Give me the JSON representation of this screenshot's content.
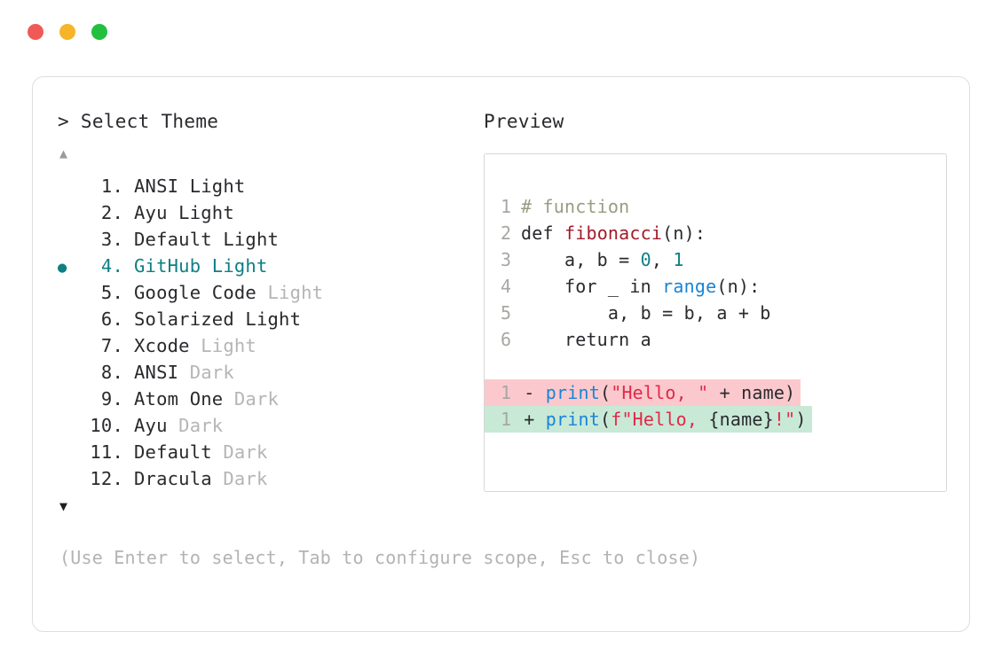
{
  "window": {
    "controls": [
      {
        "name": "close",
        "color": "#f05a56"
      },
      {
        "name": "minimize",
        "color": "#f6b529"
      },
      {
        "name": "maximize",
        "color": "#23bf3f"
      }
    ]
  },
  "prompt": {
    "label": "> Select Theme",
    "scroll_up": "▲",
    "scroll_down": "▼",
    "selected_bullet": "●",
    "selected_index": 4,
    "accent_color": "#0f7f84"
  },
  "themes": [
    {
      "number": "1.",
      "name": "ANSI",
      "variant": "Light",
      "variant_muted": false,
      "selected": false
    },
    {
      "number": "2.",
      "name": "Ayu",
      "variant": "Light",
      "variant_muted": false,
      "selected": false
    },
    {
      "number": "3.",
      "name": "Default",
      "variant": "Light",
      "variant_muted": false,
      "selected": false
    },
    {
      "number": "4.",
      "name": "GitHub",
      "variant": "Light",
      "variant_muted": false,
      "selected": true
    },
    {
      "number": "5.",
      "name": "Google Code",
      "variant": "Light",
      "variant_muted": true,
      "selected": false
    },
    {
      "number": "6.",
      "name": "Solarized",
      "variant": "Light",
      "variant_muted": false,
      "selected": false
    },
    {
      "number": "7.",
      "name": "Xcode",
      "variant": "Light",
      "variant_muted": true,
      "selected": false
    },
    {
      "number": "8.",
      "name": "ANSI",
      "variant": "Dark",
      "variant_muted": true,
      "selected": false
    },
    {
      "number": "9.",
      "name": "Atom One",
      "variant": "Dark",
      "variant_muted": true,
      "selected": false
    },
    {
      "number": "10.",
      "name": "Ayu",
      "variant": "Dark",
      "variant_muted": true,
      "selected": false
    },
    {
      "number": "11.",
      "name": "Default",
      "variant": "Dark",
      "variant_muted": true,
      "selected": false
    },
    {
      "number": "12.",
      "name": "Dracula",
      "variant": "Dark",
      "variant_muted": true,
      "selected": false
    }
  ],
  "preview": {
    "title": "Preview",
    "code_lines": [
      {
        "ln": "1",
        "tokens": [
          {
            "t": "# function",
            "c": "comment"
          }
        ]
      },
      {
        "ln": "2",
        "tokens": [
          {
            "t": "def ",
            "c": "kw"
          },
          {
            "t": "fibonacci",
            "c": "fn"
          },
          {
            "t": "(n):",
            "c": "plain"
          }
        ]
      },
      {
        "ln": "3",
        "tokens": [
          {
            "t": "    a, b = ",
            "c": "plain"
          },
          {
            "t": "0",
            "c": "num"
          },
          {
            "t": ", ",
            "c": "plain"
          },
          {
            "t": "1",
            "c": "num"
          }
        ]
      },
      {
        "ln": "4",
        "tokens": [
          {
            "t": "    for _ in ",
            "c": "plain"
          },
          {
            "t": "range",
            "c": "builtin"
          },
          {
            "t": "(n):",
            "c": "plain"
          }
        ]
      },
      {
        "ln": "5",
        "tokens": [
          {
            "t": "        a, b = b, a + b",
            "c": "plain"
          }
        ]
      },
      {
        "ln": "6",
        "tokens": [
          {
            "t": "    return a",
            "c": "plain"
          }
        ]
      }
    ],
    "diff_lines": [
      {
        "ln": "1",
        "sign": "-",
        "kind": "del",
        "tokens": [
          {
            "t": "print",
            "c": "print"
          },
          {
            "t": "(",
            "c": "plain"
          },
          {
            "t": "\"Hello, \"",
            "c": "str"
          },
          {
            "t": " + name)",
            "c": "plain"
          }
        ]
      },
      {
        "ln": "1",
        "sign": "+",
        "kind": "add",
        "tokens": [
          {
            "t": "print",
            "c": "print"
          },
          {
            "t": "(",
            "c": "plain"
          },
          {
            "t": "f\"Hello, ",
            "c": "str"
          },
          {
            "t": "{name}",
            "c": "plain"
          },
          {
            "t": "!\"",
            "c": "str"
          },
          {
            "t": ")",
            "c": "plain"
          }
        ]
      }
    ],
    "diff_del_bg": "#fbc9cd",
    "diff_add_bg": "#c8e9d6"
  },
  "hint": "(Use Enter to select, Tab to configure scope, Esc to close)"
}
